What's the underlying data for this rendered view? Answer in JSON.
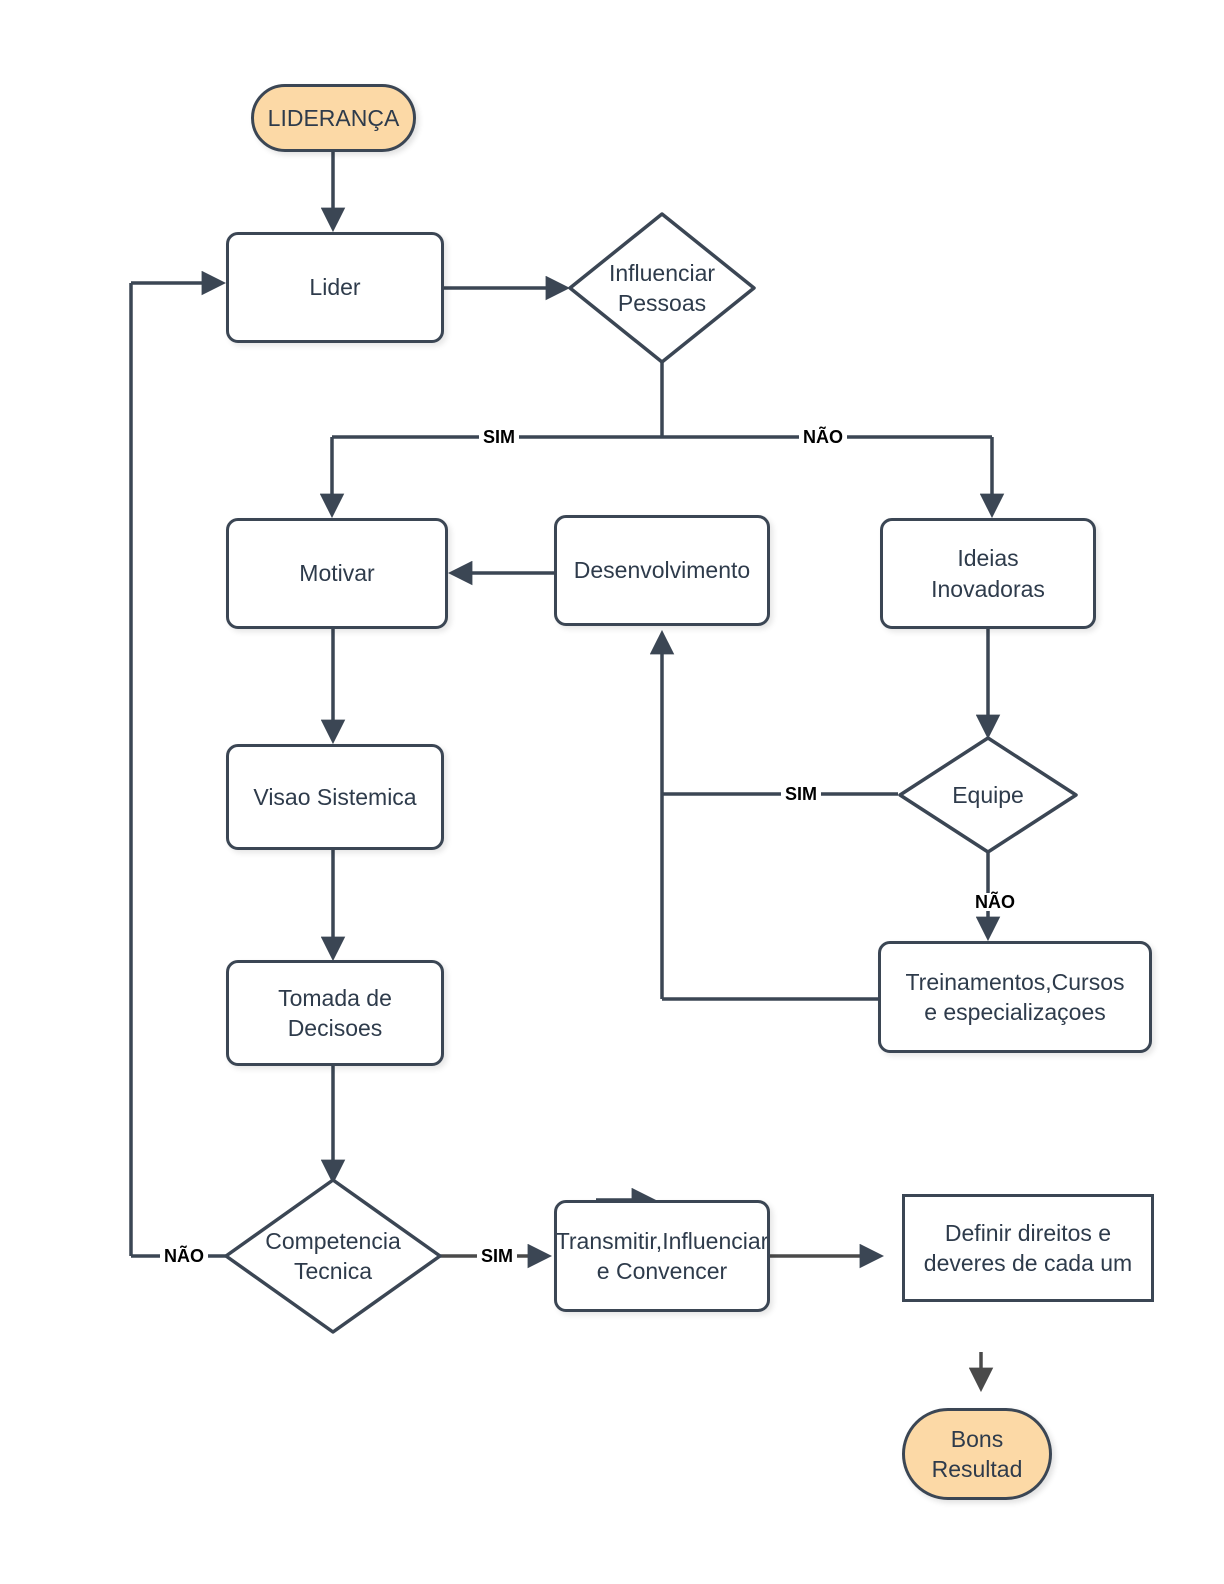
{
  "diagram": {
    "title": "Fluxograma Lideranca",
    "colors": {
      "stroke": "#3b4654",
      "text": "#2e3b4b",
      "terminator_fill": "#fcd9a6",
      "node_fill": "#ffffff",
      "label_text": "#000000",
      "background": "#ffffff"
    },
    "nodes": {
      "lideranca": {
        "label": "LIDERANÇA",
        "shape": "terminator"
      },
      "lider": {
        "label": "Lider",
        "shape": "process"
      },
      "influenciar_pessoas": {
        "label_line1": "Influenciar",
        "label_line2": "Pessoas",
        "shape": "decision"
      },
      "motivar": {
        "label": "Motivar",
        "shape": "process"
      },
      "desenvolvimento": {
        "label": "Desenvolvimento",
        "shape": "process"
      },
      "ideias_inovadoras": {
        "label_line1": "Ideias",
        "label_line2": "Inovadoras",
        "shape": "process"
      },
      "visao_sistemica": {
        "label": "Visao Sistemica",
        "shape": "process"
      },
      "equipe": {
        "label": "Equipe",
        "shape": "decision"
      },
      "tomada_de_decisoes": {
        "label_line1": "Tomada de",
        "label_line2": "Decisoes",
        "shape": "process"
      },
      "treinamentos": {
        "label_line1": "Treinamentos,Cursos",
        "label_line2": "e especializaçoes",
        "shape": "process"
      },
      "competencia_tecnica": {
        "label_line1": "Competencia",
        "label_line2": "Tecnica",
        "shape": "decision"
      },
      "transmitir": {
        "label_line1": "Transmitir,Influenciar",
        "label_line2": "e Convencer",
        "shape": "process"
      },
      "definir_direitos": {
        "label_line1": "Definir direitos e",
        "label_line2": "deveres de cada um",
        "shape": "process-sharp"
      },
      "bons_resultad": {
        "label_line1": "Bons",
        "label_line2": "Resultad",
        "shape": "terminator"
      }
    },
    "edge_labels": {
      "influenciar_sim": "SIM",
      "influenciar_nao": "NÃO",
      "equipe_sim": "SIM",
      "equipe_nao": "NÃO",
      "competencia_nao": "NÃO",
      "competencia_sim": "SIM"
    }
  }
}
